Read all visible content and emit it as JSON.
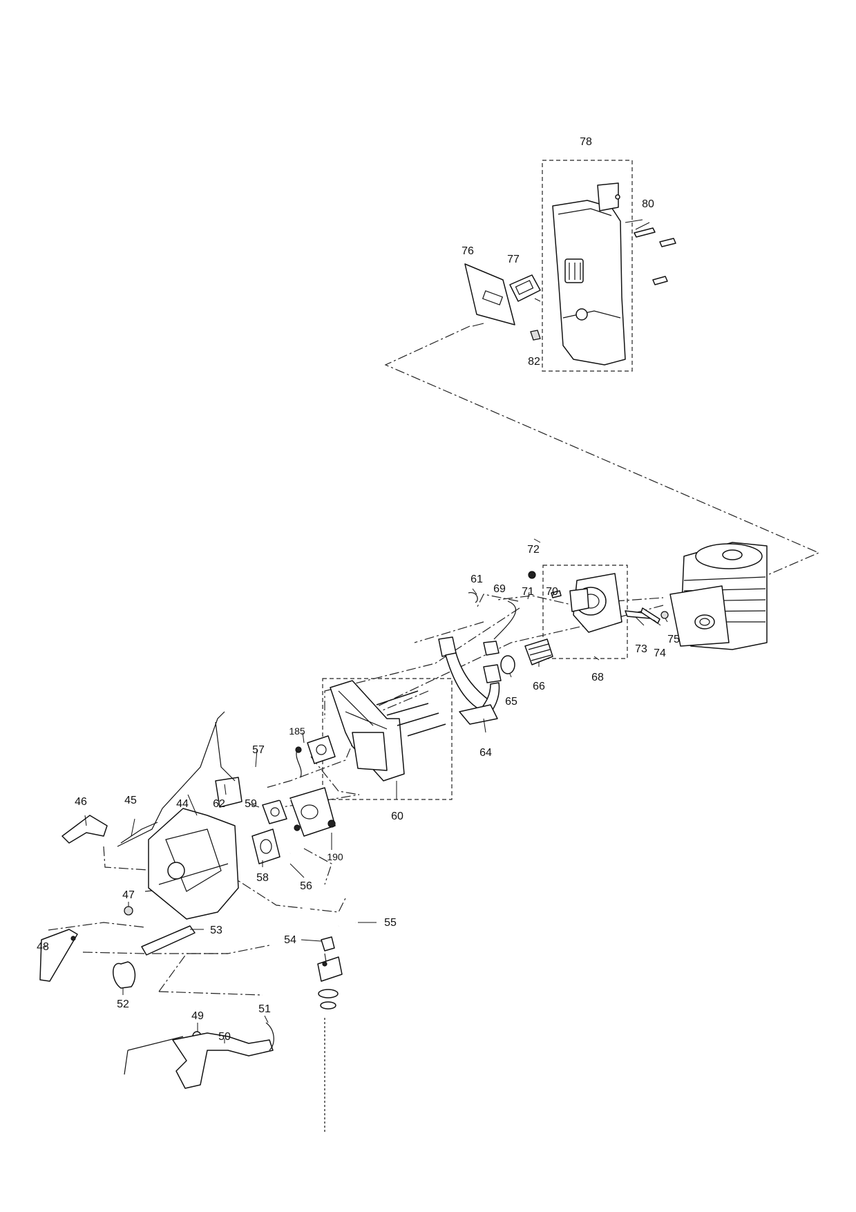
{
  "labels": [
    {
      "id": "78",
      "text": "78"
    },
    {
      "id": "80",
      "text": "80"
    },
    {
      "id": "76",
      "text": "76"
    },
    {
      "id": "77",
      "text": "77"
    },
    {
      "id": "82",
      "text": "82"
    },
    {
      "id": "72",
      "text": "72"
    },
    {
      "id": "61",
      "text": "61"
    },
    {
      "id": "69",
      "text": "69"
    },
    {
      "id": "71",
      "text": "71"
    },
    {
      "id": "70",
      "text": "70"
    },
    {
      "id": "73",
      "text": "73"
    },
    {
      "id": "74",
      "text": "74"
    },
    {
      "id": "75",
      "text": "75"
    },
    {
      "id": "68",
      "text": "68"
    },
    {
      "id": "66",
      "text": "66"
    },
    {
      "id": "65",
      "text": "65"
    },
    {
      "id": "64",
      "text": "64"
    },
    {
      "id": "60",
      "text": "60"
    },
    {
      "id": "185",
      "text": "185"
    },
    {
      "id": "57",
      "text": "57"
    },
    {
      "id": "59",
      "text": "59"
    },
    {
      "id": "62",
      "text": "62"
    },
    {
      "id": "44",
      "text": "44"
    },
    {
      "id": "45",
      "text": "45"
    },
    {
      "id": "46",
      "text": "46"
    },
    {
      "id": "190",
      "text": "190"
    },
    {
      "id": "58",
      "text": "58"
    },
    {
      "id": "56",
      "text": "56"
    },
    {
      "id": "47",
      "text": "47"
    },
    {
      "id": "53",
      "text": "53"
    },
    {
      "id": "55",
      "text": "55"
    },
    {
      "id": "54",
      "text": "54"
    },
    {
      "id": "48",
      "text": "48"
    },
    {
      "id": "52",
      "text": "52"
    },
    {
      "id": "49",
      "text": "49"
    },
    {
      "id": "50",
      "text": "50"
    },
    {
      "id": "51",
      "text": "51"
    }
  ]
}
